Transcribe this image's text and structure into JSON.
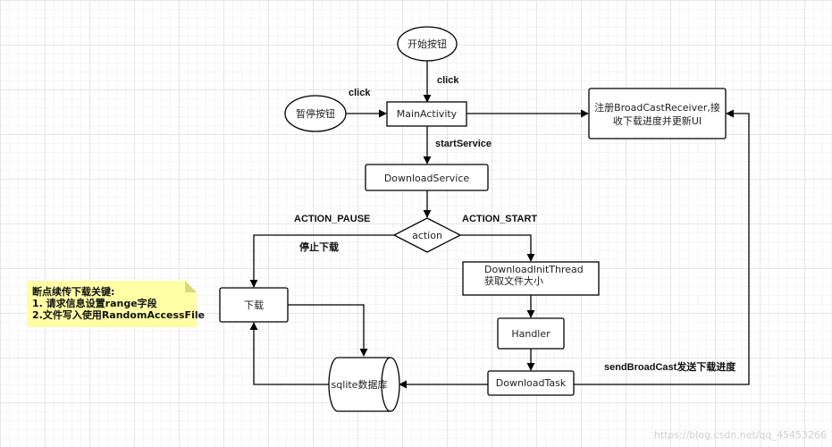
{
  "nodes": {
    "start_button": "开始按钮",
    "pause_button": "暂停按钮",
    "main_activity": "MainActivity",
    "receiver_line1": "注册BroadCastReceiver,接",
    "receiver_line2": "收下载进度并更新UI",
    "download_service": "DownloadService",
    "action": "action",
    "init_thread_line1": "DownloadInitThread",
    "init_thread_line2": "获取文件大小",
    "download": "下载",
    "handler": "Handler",
    "sqlite": "sqlite数据库",
    "download_task": "DownloadTask"
  },
  "labels": {
    "click_start": "click",
    "click_pause": "click",
    "start_service": "startService",
    "action_pause": "ACTION_PAUSE",
    "action_start": "ACTION_START",
    "stop_download": "停止下载",
    "send_broadcast": "sendBroadCast发送下载进度"
  },
  "note": {
    "line1": "断点续传下载关键:",
    "line2": "1. 请求信息设置range字段",
    "line3": "2.文件写入使用RandomAccessFile"
  },
  "watermark": "https://blog.csdn.net/qq_45453266"
}
